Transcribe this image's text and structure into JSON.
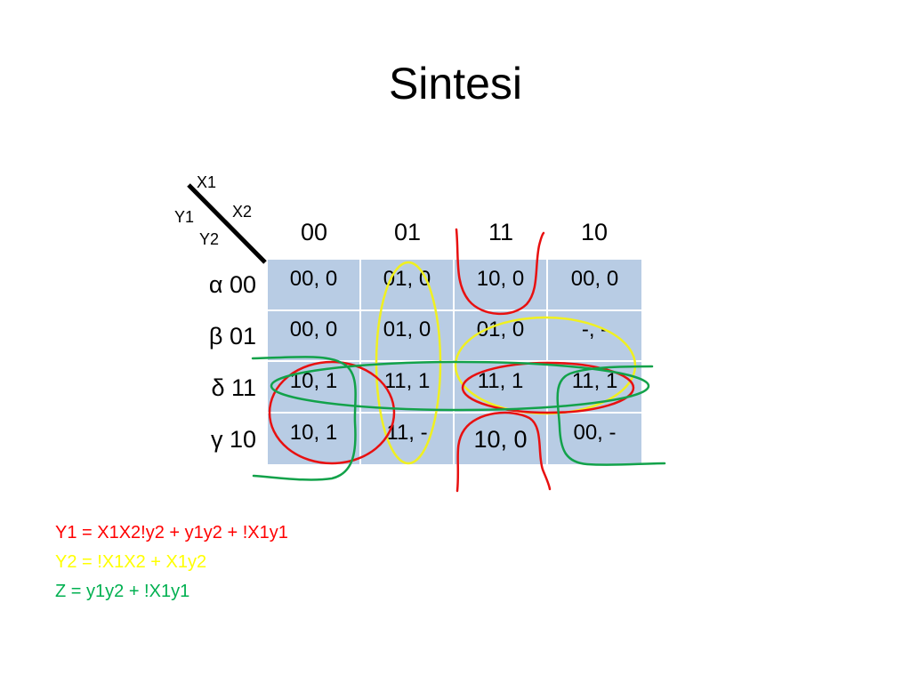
{
  "title": "Sintesi",
  "corner": {
    "x1": "X1",
    "x2": "X2",
    "y1": "Y1",
    "y2": "Y2"
  },
  "columns": [
    "00",
    "01",
    "11",
    "10"
  ],
  "rows": [
    {
      "label": "α 00",
      "cells": [
        "00, 0",
        "01, 0",
        "10, 0",
        "00, 0"
      ]
    },
    {
      "label": "β 01",
      "cells": [
        "00, 0",
        "01, 0",
        "01, 0",
        "-, -"
      ]
    },
    {
      "label": "δ 11",
      "cells": [
        "10, 1",
        "11, 1",
        "11, 1",
        "11, 1"
      ]
    },
    {
      "label": "γ 10",
      "cells": [
        "10, 1",
        "11, -",
        "10, 0",
        "00, -"
      ]
    }
  ],
  "equations": [
    {
      "text": "Y1 = X1X2!y2 + y1y2 + !X1y1",
      "color": "#ff0000"
    },
    {
      "text": "Y2 = !X1X2 + X1y2",
      "color": "#ffff00"
    },
    {
      "text": "Z = y1y2 + !X1y1",
      "color": "#00b050"
    }
  ],
  "marker_colors": {
    "red": "#e81010",
    "yellow": "#f0f020",
    "green": "#12a24a"
  }
}
